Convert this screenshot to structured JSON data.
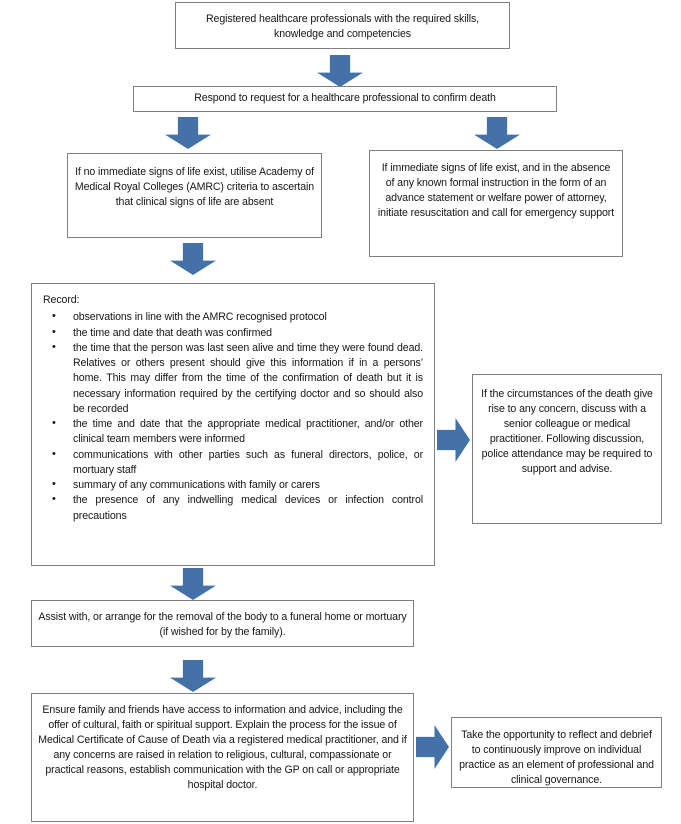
{
  "document": {
    "title": "Confirmation of death flowchart",
    "type": "flowchart",
    "accent_color": "#4472A8",
    "border_color": "#7F7F7F",
    "text_color": "#161616",
    "background_color": "#FFFFFF"
  },
  "nodes": {
    "start": {
      "id": "registered-professionals",
      "text": "Registered healthcare professionals with the required skills, knowledge and competencies"
    },
    "respond": {
      "id": "respond-to-request",
      "text": "Respond to request for a healthcare professional to confirm death"
    },
    "no_signs_of_life": {
      "id": "no-immediate-signs-of-life",
      "text": "If no immediate signs of life exist, utilise Academy of Medical Royal Colleges (AMRC) criteria to ascertain that clinical signs of life are absent"
    },
    "signs_of_life": {
      "id": "immediate-signs-of-life",
      "text": "If immediate signs of life exist, and in the absence of any known formal instruction in the form of an advance statement or welfare power of attorney, initiate resuscitation and call for emergency support"
    },
    "record": {
      "id": "record-box",
      "heading": "Record:",
      "items": [
        "observations in line with the AMRC recognised protocol",
        "the time and date that death was confirmed",
        "the time that the person was last seen alive and time they were found dead. Relatives or others present should give this information if in a persons’ home. This may differ from the time of the confirmation of death but it is necessary information required by the certifying doctor and so should also be recorded",
        "the time and date that the appropriate medical practitioner, and/or other clinical team members were informed",
        "communications with other parties such as funeral directors, police, or mortuary staff",
        "summary of any communications with family or carers",
        "the presence of any indwelling medical devices or infection control precautions"
      ]
    },
    "circumstances": {
      "id": "circumstances-of-death",
      "text": "If the circumstances of the death give rise to any concern, discuss with a senior colleague or medical practitioner. Following discussion, police attendance may be required to support and advise."
    },
    "removal": {
      "id": "removal-of-body",
      "text": "Assist with, or arrange for the removal of the body to a funeral home or mortuary (if wished for by the family)."
    },
    "family_support": {
      "id": "family-and-friends-support",
      "text": "Ensure family and friends have access to information and advice, including the offer of cultural, faith or spiritual support. Explain the process for the issue of Medical Certificate of Cause of Death via a registered medical practitioner, and if any concerns are raised in relation to religious, cultural, compassionate or practical reasons, establish communication with the GP on call or appropriate hospital doctor."
    },
    "reflect": {
      "id": "reflect-and-debrief",
      "text": "Take the opportunity to reflect and debrief to continuously improve on individual practice as an element of professional and clinical governance."
    }
  },
  "connectors": [
    {
      "id": "arrow-start-to-respond",
      "direction": "down"
    },
    {
      "id": "arrow-respond-to-no-signs",
      "direction": "down"
    },
    {
      "id": "arrow-respond-to-signs",
      "direction": "down"
    },
    {
      "id": "arrow-no-signs-to-record",
      "direction": "down"
    },
    {
      "id": "arrow-record-to-circumstances",
      "direction": "right"
    },
    {
      "id": "arrow-record-to-removal",
      "direction": "down"
    },
    {
      "id": "arrow-removal-to-family-support",
      "direction": "down"
    },
    {
      "id": "arrow-family-support-to-reflect",
      "direction": "right"
    }
  ]
}
